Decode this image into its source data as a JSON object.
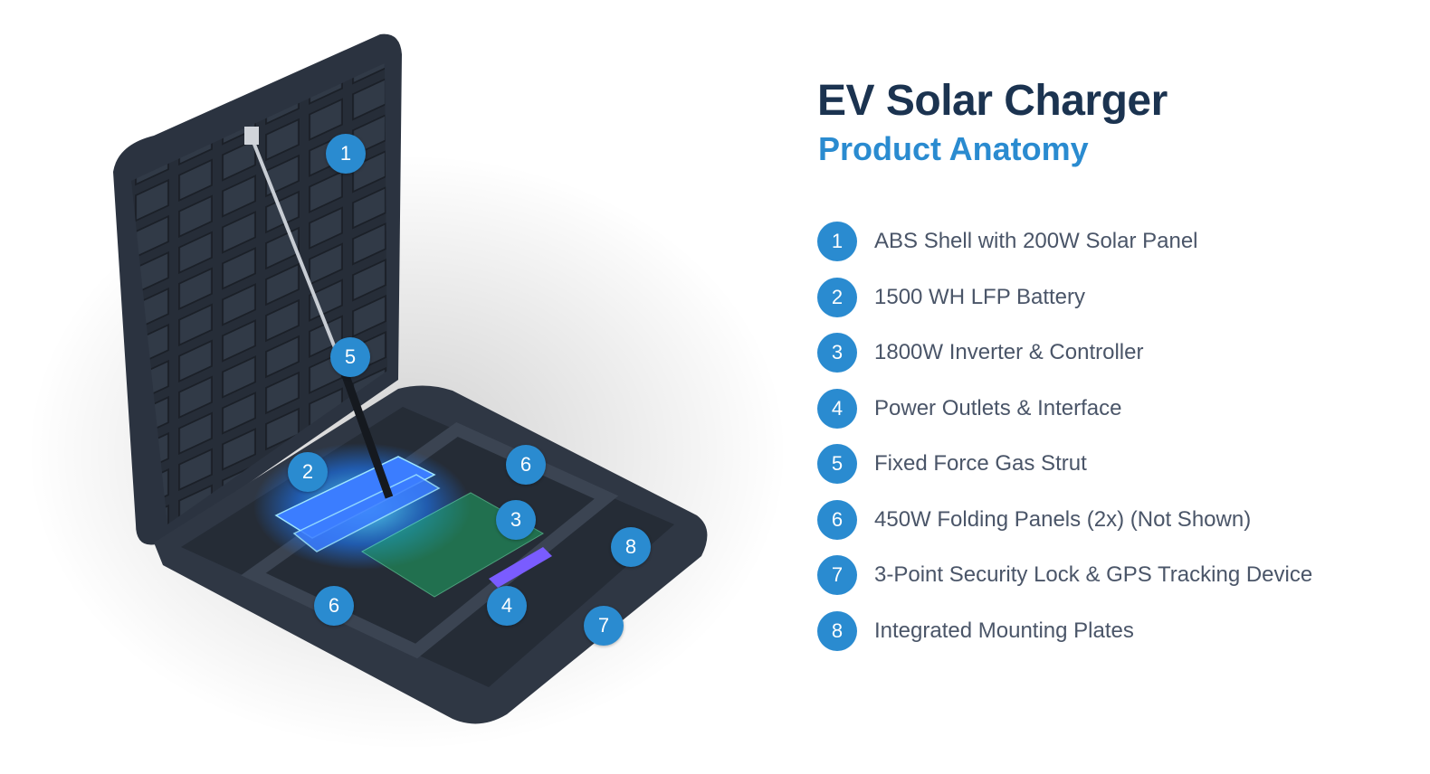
{
  "header": {
    "title": "EV Solar Charger",
    "subtitle": "Product Anatomy"
  },
  "colors": {
    "accent": "#2a8bd0",
    "title": "#1b3350",
    "text": "#4a5568",
    "case": "#2b3340"
  },
  "legend": [
    {
      "num": "1",
      "label": "ABS Shell with 200W Solar Panel"
    },
    {
      "num": "2",
      "label": "1500 WH LFP Battery"
    },
    {
      "num": "3",
      "label": "1800W Inverter & Controller"
    },
    {
      "num": "4",
      "label": "Power Outlets & Interface"
    },
    {
      "num": "5",
      "label": "Fixed Force Gas Strut"
    },
    {
      "num": "6",
      "label": "450W Folding Panels (2x) (Not Shown)"
    },
    {
      "num": "7",
      "label": "3-Point Security Lock & GPS Tracking Device"
    },
    {
      "num": "8",
      "label": "Integrated Mounting Plates"
    }
  ],
  "markers": [
    {
      "num": "1"
    },
    {
      "num": "5"
    },
    {
      "num": "2"
    },
    {
      "num": "6"
    },
    {
      "num": "3"
    },
    {
      "num": "8"
    },
    {
      "num": "6"
    },
    {
      "num": "4"
    },
    {
      "num": "7"
    }
  ]
}
